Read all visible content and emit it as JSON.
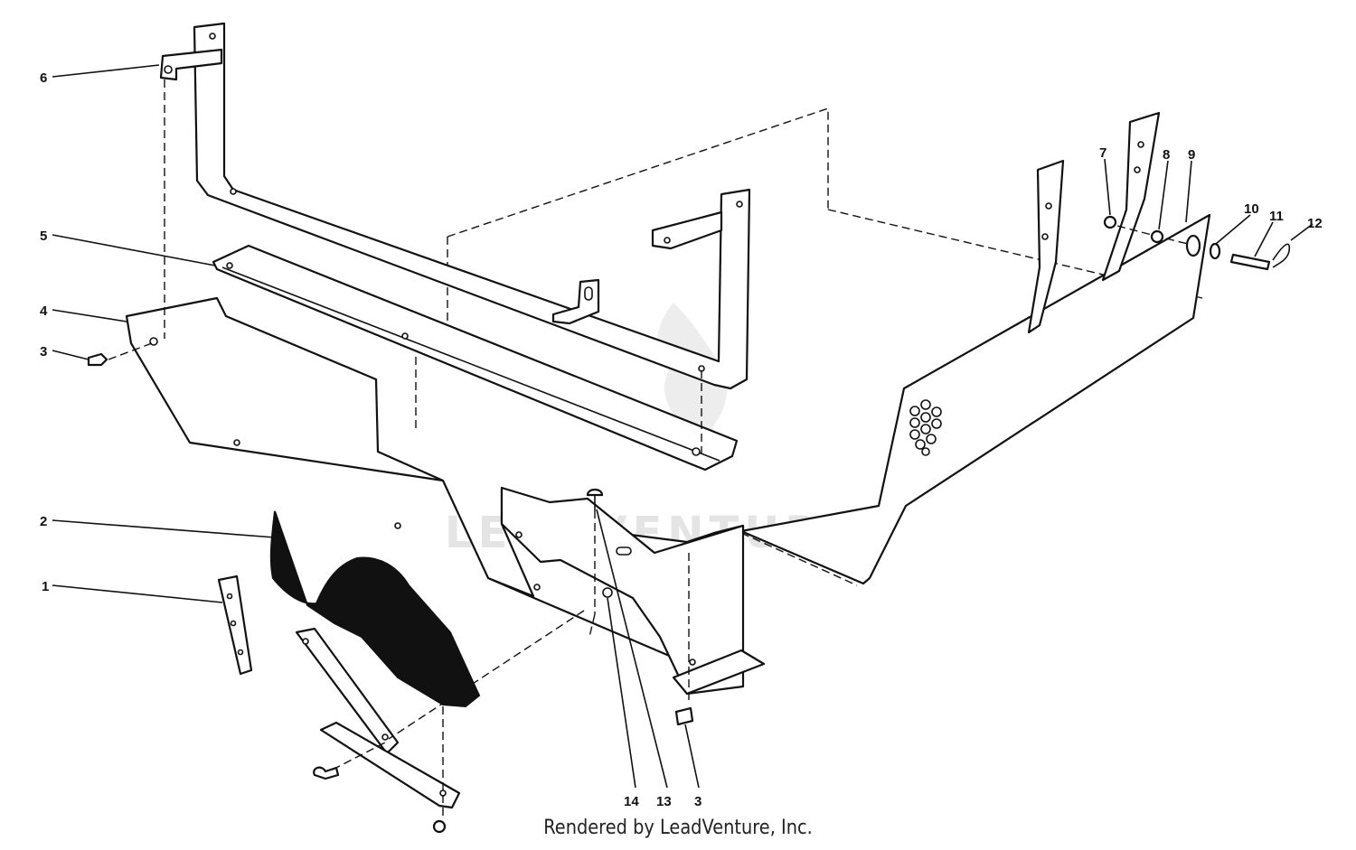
{
  "credit": "Rendered by LeadVenture, Inc.",
  "watermark": "LEADVENTURE",
  "callouts": [
    {
      "id": "6",
      "label": "6"
    },
    {
      "id": "5",
      "label": "5"
    },
    {
      "id": "4",
      "label": "4"
    },
    {
      "id": "3a",
      "label": "3"
    },
    {
      "id": "2",
      "label": "2"
    },
    {
      "id": "1",
      "label": "1"
    },
    {
      "id": "7",
      "label": "7"
    },
    {
      "id": "8",
      "label": "8"
    },
    {
      "id": "9",
      "label": "9"
    },
    {
      "id": "10",
      "label": "10"
    },
    {
      "id": "11",
      "label": "11"
    },
    {
      "id": "12",
      "label": "12"
    },
    {
      "id": "14",
      "label": "14"
    },
    {
      "id": "13",
      "label": "13"
    },
    {
      "id": "3b",
      "label": "3"
    }
  ]
}
